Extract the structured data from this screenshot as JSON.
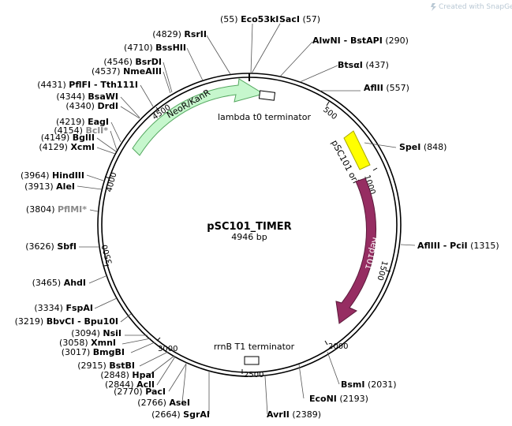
{
  "watermark": "Created with SnapGene®",
  "plasmid": {
    "name": "pSC101_TIMER",
    "length": "4946 bp"
  },
  "ticks": [
    "500",
    "1000",
    "1500",
    "2000",
    "2500",
    "3000",
    "3500",
    "4000",
    "4500"
  ],
  "features": [
    {
      "name": "NeoR/KanR",
      "color": "#c6f7cd",
      "stroke": "#55a860"
    },
    {
      "name": "pSC101 ori",
      "color": "#ffff00",
      "stroke": "#a8a800"
    },
    {
      "name": "Rep101",
      "color": "#962d62",
      "stroke": "#5c1a3b"
    },
    {
      "name": "lambda t0 terminator"
    },
    {
      "name": "rrnB T1 terminator"
    }
  ],
  "sites": [
    {
      "enzyme": "Eco53kI",
      "pos": "(55)"
    },
    {
      "enzyme": "SacI",
      "pos": "(57)"
    },
    {
      "enzyme": "AlwNI - BstAPI",
      "pos": "(290)"
    },
    {
      "enzyme": "BtsαI",
      "pos": "(437)"
    },
    {
      "enzyme": "AflII",
      "pos": "(557)"
    },
    {
      "enzyme": "SpeI",
      "pos": "(848)"
    },
    {
      "enzyme": "AflIII - PciI",
      "pos": "(1315)"
    },
    {
      "enzyme": "BsmI",
      "pos": "(2031)"
    },
    {
      "enzyme": "EcoNI",
      "pos": "(2193)"
    },
    {
      "enzyme": "AvrII",
      "pos": "(2389)"
    },
    {
      "enzyme": "SgrAI",
      "pos": "(2664)"
    },
    {
      "enzyme": "AseI",
      "pos": "(2766)"
    },
    {
      "enzyme": "PacI",
      "pos": "(2770)"
    },
    {
      "enzyme": "AclI",
      "pos": "(2844)"
    },
    {
      "enzyme": "HpaI",
      "pos": "(2848)"
    },
    {
      "enzyme": "BstBI",
      "pos": "(2915)"
    },
    {
      "enzyme": "BmgBI",
      "pos": "(3017)"
    },
    {
      "enzyme": "XmnI",
      "pos": "(3058)"
    },
    {
      "enzyme": "NsiI",
      "pos": "(3094)"
    },
    {
      "enzyme": "BbvCI - Bpu10I",
      "pos": "(3219)"
    },
    {
      "enzyme": "FspAI",
      "pos": "(3334)"
    },
    {
      "enzyme": "AhdI",
      "pos": "(3465)"
    },
    {
      "enzyme": "SbfI",
      "pos": "(3626)"
    },
    {
      "enzyme": "PflMI*",
      "pos": "(3804)",
      "dim": true
    },
    {
      "enzyme": "AleI",
      "pos": "(3913)"
    },
    {
      "enzyme": "HindIII",
      "pos": "(3964)"
    },
    {
      "enzyme": "XcmI",
      "pos": "(4129)"
    },
    {
      "enzyme": "BglII",
      "pos": "(4149)"
    },
    {
      "enzyme": "BclI*",
      "pos": "(4154)",
      "dim": true
    },
    {
      "enzyme": "EagI",
      "pos": "(4219)"
    },
    {
      "enzyme": "DrdI",
      "pos": "(4340)"
    },
    {
      "enzyme": "BsaWI",
      "pos": "(4344)"
    },
    {
      "enzyme": "PflFI - Tth111I",
      "pos": "(4431)"
    },
    {
      "enzyme": "NmeAIII",
      "pos": "(4537)"
    },
    {
      "enzyme": "BsrDI",
      "pos": "(4546)"
    },
    {
      "enzyme": "BssHII",
      "pos": "(4710)"
    },
    {
      "enzyme": "RsrII",
      "pos": "(4829)"
    }
  ]
}
